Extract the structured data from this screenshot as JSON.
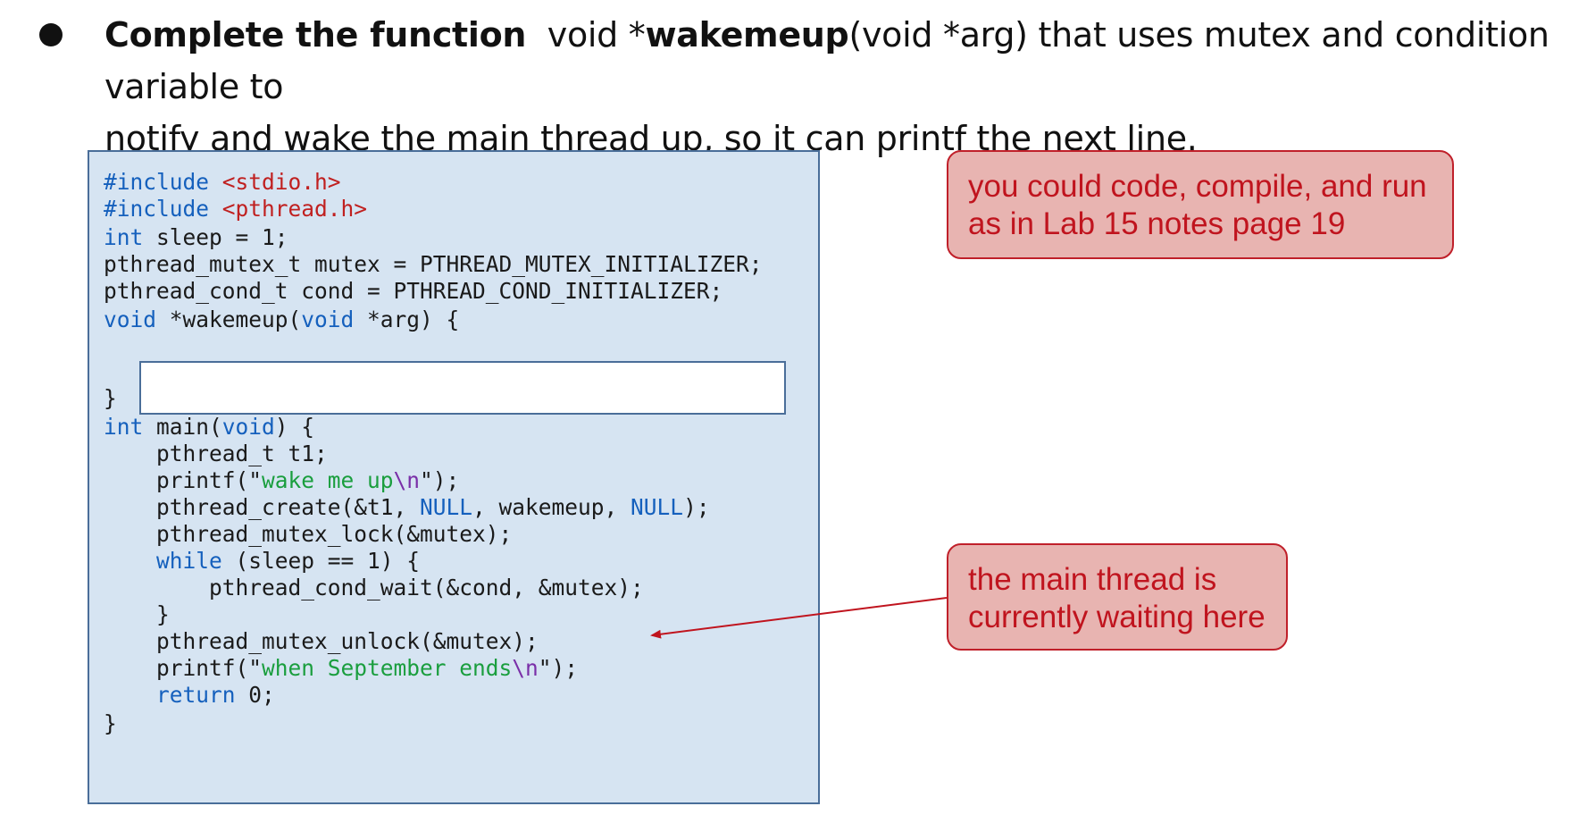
{
  "instruction": {
    "bold_lead": "Complete the function",
    "code_prefix": "void *",
    "func_name": "wakemeup",
    "code_suffix": "(void *arg)",
    "line1_rest": " that uses mutex and condition variable to",
    "line2": "notify and wake the main thread up,  so it can printf the next line."
  },
  "code": {
    "include1_kw": "#include",
    "include1_hdr": "<stdio.h>",
    "include2_kw": "#include",
    "include2_hdr": "<pthread.h>",
    "sleep_kw": "int",
    "sleep_rest": " sleep = 1;",
    "mutex_decl": "pthread_mutex_t mutex = PTHREAD_MUTEX_INITIALIZER;",
    "cond_decl": "pthread_cond_t cond = PTHREAD_COND_INITIALIZER;",
    "func_kw1": "void",
    "func_mid": " *wakemeup(",
    "func_kw2": "void",
    "func_end": " *arg) {",
    "close_brace1": "}",
    "main_kw1": "int",
    "main_mid": " main(",
    "main_kw2": "void",
    "main_end": ") {",
    "t1_decl": "pthread_t t1;",
    "printf1_pre": "printf(\"",
    "printf1_str": "wake me up",
    "printf1_esc": "\\n",
    "printf1_post": "\");",
    "create_pre": "pthread_create(&t1, ",
    "create_null1": "NULL",
    "create_mid": ", wakemeup, ",
    "create_null2": "NULL",
    "create_post": ");",
    "lock": "pthread_mutex_lock(&mutex);",
    "while_kw": "while",
    "while_rest": " (sleep == 1) {",
    "wait": "pthread_cond_wait(&cond, &mutex);",
    "close_brace2": "}",
    "unlock": "pthread_mutex_unlock(&mutex);",
    "printf2_pre": "printf(\"",
    "printf2_str": "when September ends",
    "printf2_esc": "\\n",
    "printf2_post": "\");",
    "return_kw": "return",
    "return_rest": " 0;",
    "close_brace3": "}"
  },
  "notes": {
    "note1_line1": "you could code, compile, and run",
    "note1_line2": "as in Lab 15 notes page 19",
    "note2_line1": "the main thread is",
    "note2_line2": "currently waiting here"
  },
  "colors": {
    "code_bg": "#d6e4f2",
    "keyword": "#1560bd",
    "string": "#1a9e3e",
    "include_header": "#c02020",
    "note_bg": "#e8b4b1",
    "note_text": "#c0141e"
  }
}
